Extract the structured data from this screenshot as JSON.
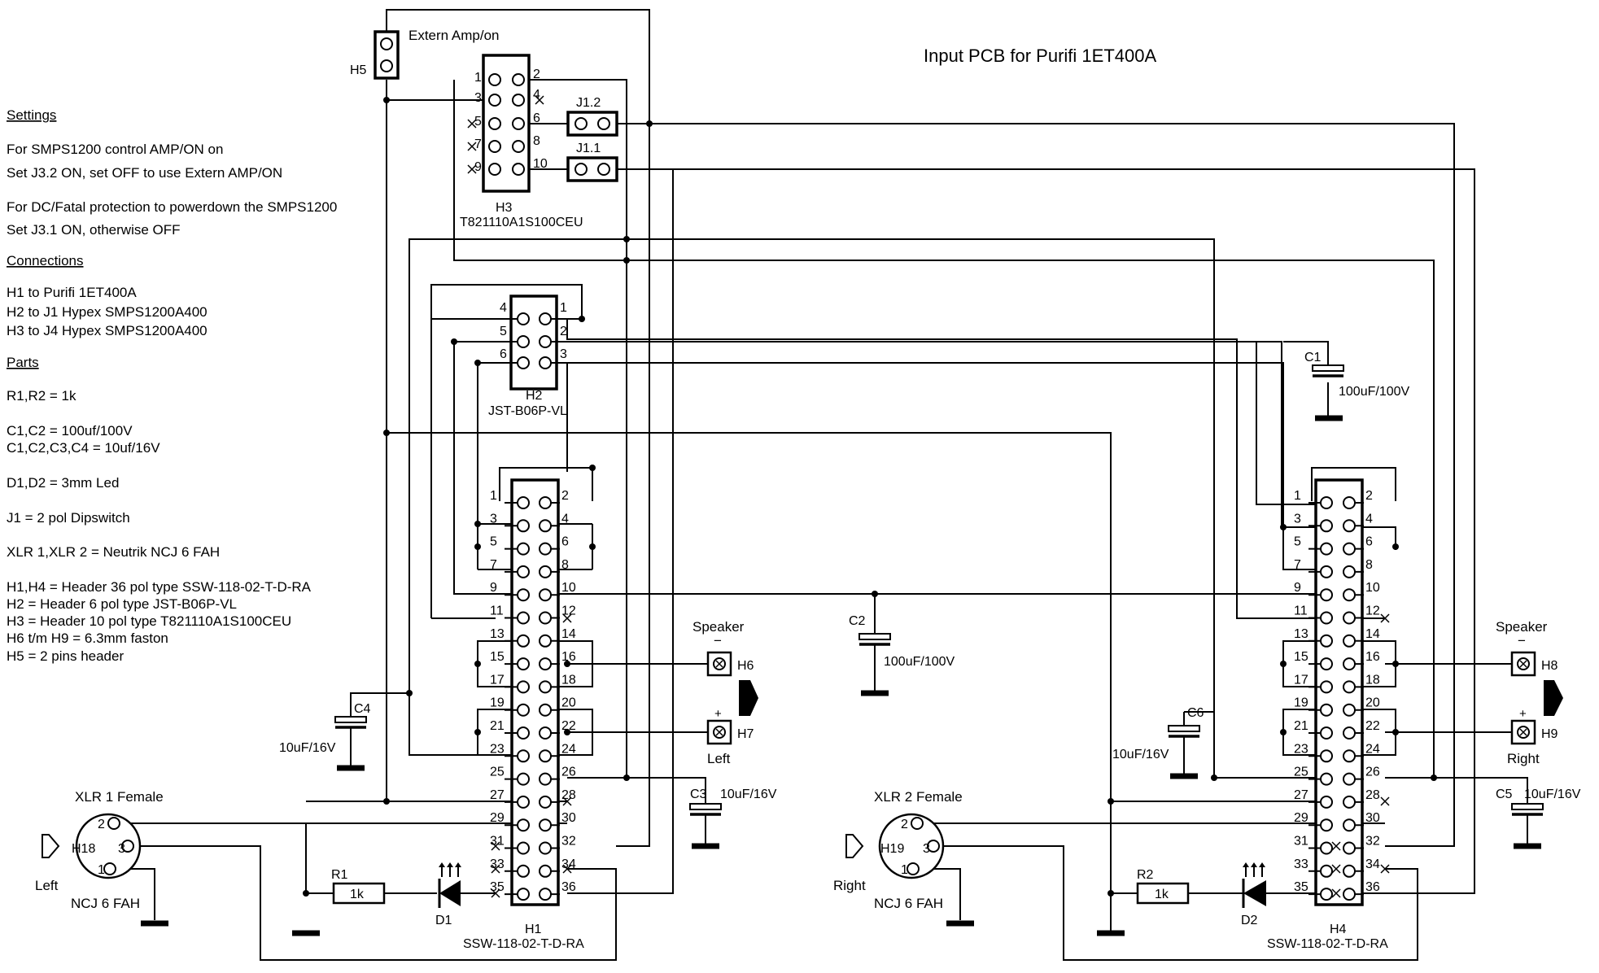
{
  "title": "Input PCB for Purifi 1ET400A",
  "notes": {
    "settings_heading": "Settings",
    "settings_lines": [
      "For SMPS1200 control AMP/ON on",
      "Set J3.2 ON, set OFF to use Extern AMP/ON",
      "For DC/Fatal protection to powerdown the SMPS1200",
      "Set J3.1 ON, otherwise OFF"
    ],
    "connections_heading": "Connections",
    "connections_lines": [
      "H1 to Purifi 1ET400A",
      "H2 to J1 Hypex SMPS1200A400",
      "H3 to J4 Hypex SMPS1200A400"
    ],
    "parts_heading": "Parts",
    "parts_lines": [
      "R1,R2 = 1k",
      "C1,C2 = 100uf/100V",
      "C1,C2,C3,C4 = 10uf/16V",
      "D1,D2 = 3mm Led",
      "J1 = 2 pol Dipswitch",
      "XLR 1,XLR 2 = Neutrik NCJ 6 FAH",
      "H1,H4 = Header 36 pol type SSW-118-02-T-D-RA",
      "H2 = Header 6 pol type JST-B06P-VL",
      "H3 = Header 10 pol type T821110A1S100CEU",
      "H6  t/m H9 = 6.3mm faston",
      "H5 = 2 pins header"
    ]
  },
  "components": {
    "h5": {
      "ref": "H5",
      "label": "Extern Amp/on"
    },
    "h3": {
      "ref": "H3",
      "type": "T821110A1S100CEU",
      "pins": [
        "1",
        "2",
        "3",
        "4",
        "5",
        "6",
        "7",
        "8",
        "9",
        "10"
      ]
    },
    "j1": {
      "j12": "J1.2",
      "j11": "J1.1"
    },
    "h2": {
      "ref": "H2",
      "type": "JST-B06P-VL",
      "pins": [
        "4",
        "1",
        "5",
        "2",
        "6",
        "3"
      ]
    },
    "h1": {
      "ref": "H1",
      "type": "SSW-118-02-T-D-RA"
    },
    "h4": {
      "ref": "H4",
      "type": "SSW-118-02-T-D-RA"
    },
    "c1": {
      "ref": "C1",
      "value": "100uF/100V"
    },
    "c2": {
      "ref": "C2",
      "value": "100uF/100V"
    },
    "c3": {
      "ref": "C3",
      "value": "10uF/16V"
    },
    "c4": {
      "ref": "C4",
      "value": "10uF/16V"
    },
    "c5": {
      "ref": "C5",
      "value": "10uF/16V"
    },
    "c6": {
      "ref": "C6",
      "value": "10uF/16V"
    },
    "r1": {
      "ref": "R1",
      "value": "1k"
    },
    "r2": {
      "ref": "R2",
      "value": "1k"
    },
    "d1": {
      "ref": "D1"
    },
    "d2": {
      "ref": "D2"
    },
    "h6": {
      "ref": "H6",
      "name": "Speaker",
      "sign": "−"
    },
    "h7": {
      "ref": "H7",
      "sign": "+",
      "side": "Left"
    },
    "h8": {
      "ref": "H8",
      "name": "Speaker",
      "sign": "−"
    },
    "h9": {
      "ref": "H9",
      "sign": "+",
      "side": "Right"
    },
    "xlr1": {
      "name": "XLR 1 Female",
      "ref": "H18",
      "type": "NCJ 6 FAH",
      "input": "Left",
      "pins": [
        "2",
        "3",
        "1"
      ]
    },
    "xlr2": {
      "name": "XLR 2 Female",
      "ref": "H19",
      "type": "NCJ 6 FAH",
      "input": "Right",
      "pins": [
        "2",
        "3",
        "1"
      ]
    }
  },
  "header36_pins": [
    "1",
    "2",
    "3",
    "4",
    "5",
    "6",
    "7",
    "8",
    "9",
    "10",
    "11",
    "12",
    "13",
    "14",
    "15",
    "16",
    "17",
    "18",
    "19",
    "20",
    "21",
    "22",
    "23",
    "24",
    "25",
    "26",
    "27",
    "28",
    "29",
    "30",
    "31",
    "32",
    "33",
    "34",
    "35",
    "36"
  ]
}
